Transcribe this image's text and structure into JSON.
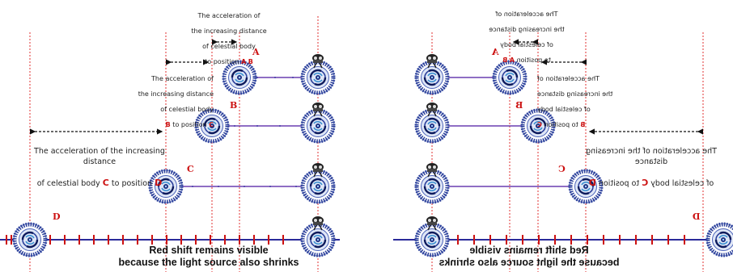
{
  "left": {
    "note_ab": {
      "lines": [
        "The acceleration of",
        "the increasing distance",
        "of celestial body"
      ],
      "tail_pre": "",
      "from": "A",
      "mid": " to position ",
      "to": "B"
    },
    "note_bc": {
      "lines": [
        "The acceleration of",
        "the increasing distance",
        "of celestial body"
      ],
      "from": "B",
      "mid": " to position ",
      "to": "C"
    },
    "note_cd": {
      "line1": "The acceleration of the increasing distance",
      "line2_pre": "of celestial body ",
      "from": "C",
      "mid": " to position ",
      "to": "D"
    },
    "labels": {
      "a": "A",
      "b": "B",
      "c": "C",
      "d": "D"
    },
    "footer": {
      "line1": "Red shift remains visible",
      "line2": "because the light source also shrinks"
    }
  },
  "right": {
    "note_ab": {
      "lines": [
        "The acceleration of",
        "the increasing distance",
        "of celestial body"
      ],
      "from": "A",
      "mid": " to position ",
      "to": "B"
    },
    "note_bc": {
      "lines": [
        "The acceleration of",
        "the increasing distance",
        "of celestial body"
      ],
      "from": "B",
      "mid": " to position ",
      "to": "C"
    },
    "note_cd": {
      "line1": "The acceleration of the increasing distance",
      "line2_pre": "of celestial body ",
      "from": "C",
      "mid": " to position ",
      "to": "D"
    },
    "labels": {
      "a": "A",
      "b": "B",
      "c": "C",
      "d": "D"
    },
    "footer": {
      "line1": "Red shift remains visible",
      "line2": "because the light source also shrinks"
    }
  },
  "colors": {
    "guide_line": "#e03030",
    "beam": "#6a3fb0",
    "axis": "#2a2a9a",
    "tick": "#cc1111",
    "arrow": "#111111",
    "label": "#cc1111"
  }
}
